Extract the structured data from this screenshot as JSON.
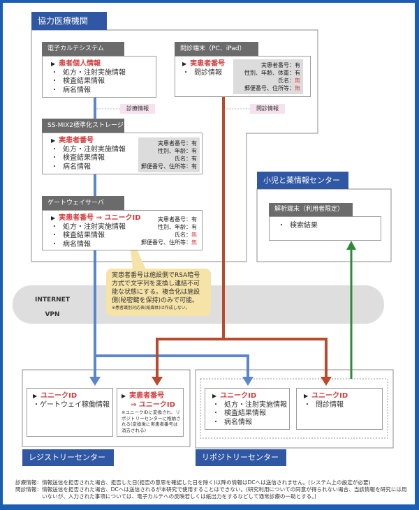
{
  "colors": {
    "frame": "#1b5fb4",
    "tab": "#2f57a3",
    "blue_flow": "#5b86c9",
    "red_flow": "#b94a2c",
    "green_flow": "#2e8a3a",
    "callout": "#f6e3a8",
    "band": "#dcdcdc"
  },
  "hospital": {
    "title": "協力医療機関",
    "emr": {
      "header": "電子カルテシステム",
      "key": "患者個人情報",
      "items": [
        "処方・注射実施情報",
        "検査結果情報",
        "病名情報"
      ]
    },
    "terminal": {
      "header": "問診端末（PC、iPad）",
      "key": "実患者番号",
      "items": [
        "問診情報"
      ],
      "attrs": [
        {
          "label": "実患者番号：",
          "value": "有"
        },
        {
          "label": "性別、年齢、体重：",
          "value": "有"
        },
        {
          "label": "氏名：",
          "value": "無"
        },
        {
          "label": "郵便番号、住所等：",
          "value": "無"
        }
      ]
    },
    "flow_label_left": "診療情報",
    "flow_label_right": "問診情報",
    "ssmix": {
      "header": "SS-MIX2標準化ストレージ",
      "key": "実患者番号",
      "items": [
        "処方・注射実施情報",
        "検査結果情報",
        "病名情報"
      ],
      "attrs": [
        {
          "label": "実患者番号：",
          "value": "有"
        },
        {
          "label": "性別、年齢：",
          "value": "有"
        },
        {
          "label": "氏名：",
          "value": "有"
        },
        {
          "label": "郵便番号、住所等：",
          "value": "有"
        }
      ]
    },
    "gateway": {
      "header": "ゲートウェイサーバ",
      "key": "実患者番号 ⇒ ユニークID",
      "items": [
        "処方・注射実施情報",
        "検査結果情報",
        "病名情報"
      ],
      "attrs": [
        {
          "label": "実患者番号：",
          "value": "有"
        },
        {
          "label": "性別、年齢：",
          "value": "有"
        },
        {
          "label": "氏名：",
          "value": "無"
        },
        {
          "label": "郵便番号、住所等：",
          "value": "無"
        }
      ]
    }
  },
  "callout": {
    "text": "実患者番号は施設側でRSA暗号方式で文字列を変換し連結不可能な状態にする。複合化は施設側(秘密鍵を保持)のみで可能。",
    "note": "※患者識別対応表(紙媒体)は作成しない。"
  },
  "network": {
    "line1": "INTERNET",
    "line2": "VPN"
  },
  "pediatric": {
    "title": "小児と薬情報センター",
    "terminal_header": "解析端末（利用者限定）",
    "items": [
      "検索結果"
    ]
  },
  "registry": {
    "title": "レジストリーセンター",
    "box1": {
      "key": "ユニークID",
      "items": [
        "ゲートウェイ稼働情報"
      ]
    },
    "box2": {
      "key_line1": "実患者番号",
      "key_line2": "⇒ ユニークID",
      "note": "※ユニークIDに変換され、リポジトリーセンターに格納される(変換後に実患者番号は消去される)"
    }
  },
  "repository": {
    "title": "リポジトリーセンター",
    "box1": {
      "key": "ユニークID",
      "items": [
        "処方・注射実施情報",
        "検査結果情報",
        "病名情報"
      ]
    },
    "box2": {
      "key": "ユニークID",
      "items": [
        "問診情報"
      ]
    }
  },
  "footnotes": [
    {
      "label": "診療情報：",
      "text": "情報送信を拒否された場合、拒否した日(拒否の意思を確認した日を除く)以降の情報はDCへは送信されません。(システム上の設定が必要)"
    },
    {
      "label": "問診情報：",
      "text": "情報送信を拒否された場合、DCへは送信されるが本研究で使用することはできない。(研究利用についての同意が得られない場合、当該情報を研究には用いないが、入力された事項については、電子カルテへの反映若しくは紙出力をするなどして通常診療の一助とする。)"
    }
  ]
}
